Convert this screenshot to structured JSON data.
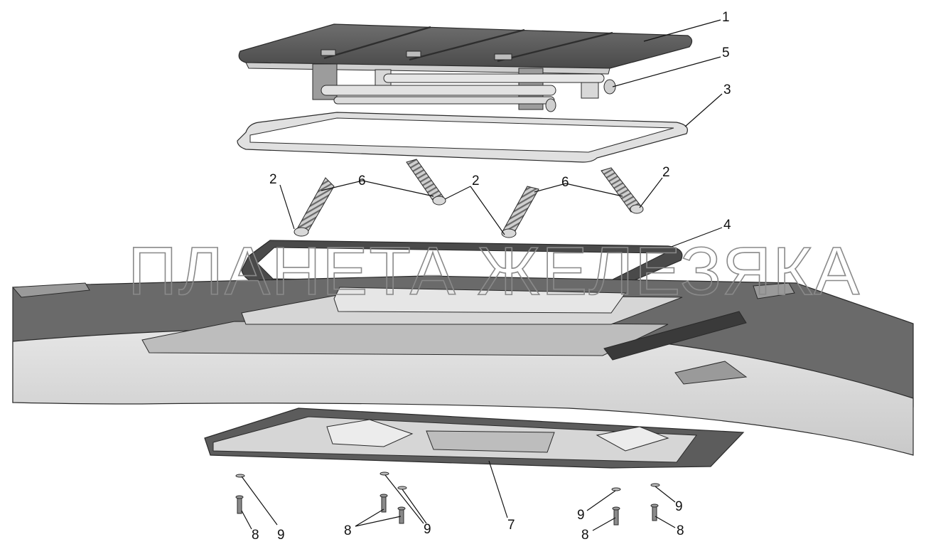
{
  "watermark": "ПЛАНЕТА ЖЕЛЕЗЯКА",
  "callouts": {
    "c1": "1",
    "c2a": "2",
    "c2b": "2",
    "c2c": "2",
    "c3": "3",
    "c4": "4",
    "c5": "5",
    "c6a": "6",
    "c6b": "6",
    "c7": "7",
    "c8a": "8",
    "c8b": "8",
    "c8c": "8",
    "c8d": "8",
    "c9a": "9",
    "c9b": "9",
    "c9c": "9",
    "c9d": "9"
  },
  "colors": {
    "part_dark": "#5a5a5a",
    "part_mid": "#9a9a9a",
    "part_light": "#d4d4d4",
    "outline": "#2a2a2a"
  }
}
